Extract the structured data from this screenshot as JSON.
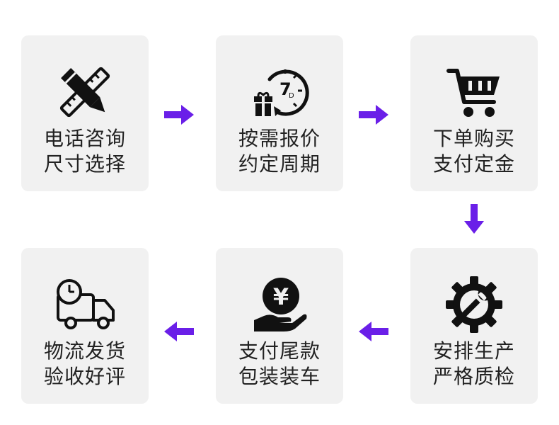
{
  "accent_color": "#6a1fe8",
  "steps": [
    {
      "line1": "电话咨询",
      "line2": "尺寸选择",
      "icon": "pencil-ruler-icon"
    },
    {
      "line1": "按需报价",
      "line2": "约定周期",
      "icon": "gift-7day-clock-icon"
    },
    {
      "line1": "下单购买",
      "line2": "支付定金",
      "icon": "shopping-cart-icon"
    },
    {
      "line1": "安排生产",
      "line2": "严格质检",
      "icon": "gear-wrench-icon"
    },
    {
      "line1": "支付尾款",
      "line2": "包装装车",
      "icon": "yuan-coin-hand-icon"
    },
    {
      "line1": "物流发货",
      "line2": "验收好评",
      "icon": "delivery-truck-clock-icon"
    }
  ],
  "clock_label": "7"
}
